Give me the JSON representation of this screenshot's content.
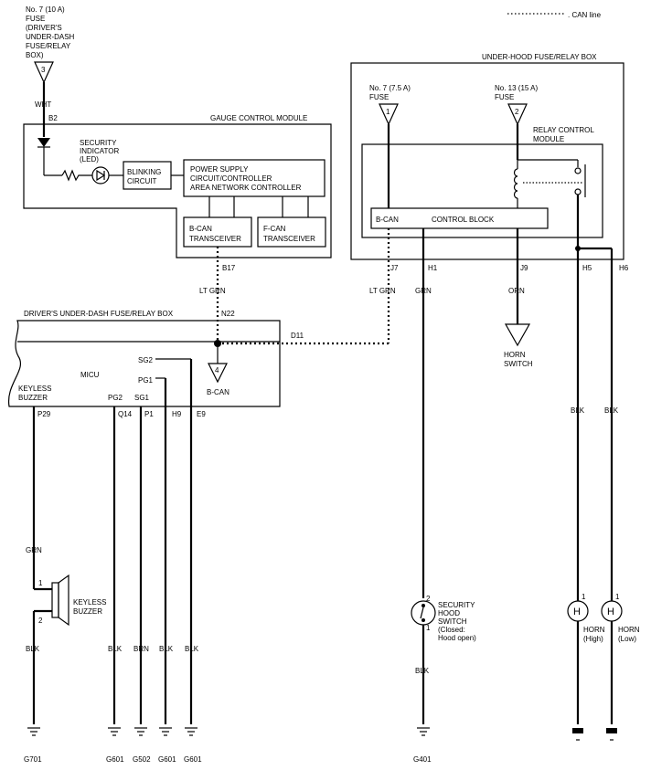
{
  "legend": {
    "can_line": ". CAN line"
  },
  "fuse7_driver": {
    "line1": "No. 7 (10 A)",
    "line2": "FUSE",
    "line3": "(DRIVER'S",
    "line4": "UNDER-DASH",
    "line5": "FUSE/RELAY",
    "line6": "BOX)",
    "num": "3"
  },
  "wires": {
    "wht": "WHT",
    "lt_grn_1": "LT GRN",
    "lt_grn_2": "LT GRN",
    "grn_h1": "GRN",
    "orn": "ORN",
    "blk_h5": "BLK",
    "blk_h6": "BLK",
    "grn_buzzer": "GRN",
    "blk_buzzer": "BLK",
    "blk_q14": "BLK",
    "brn_p1": "BRN",
    "blk_h9": "BLK",
    "blk_e9": "BLK",
    "blk_g401": "BLK"
  },
  "gauge_module": {
    "title": "GAUGE CONTROL MODULE",
    "b2": "B2",
    "security_indicator": [
      "SECURITY",
      "INDICATOR",
      "(LED)"
    ],
    "blinking_circuit": [
      "BLINKING",
      "CIRCUIT"
    ],
    "power_supply": [
      "POWER SUPPLY",
      "CIRCUIT/CONTROLLER",
      "AREA NETWORK CONTROLLER"
    ],
    "bcan_transceiver": [
      "B-CAN",
      "TRANSCEIVER"
    ],
    "fcan_transceiver": [
      "F-CAN",
      "TRANSCEIVER"
    ],
    "b17": "B17"
  },
  "underhood": {
    "title": "UNDER-HOOD FUSE/RELAY BOX",
    "fuse7": [
      "No. 7 (7.5 A)",
      "FUSE"
    ],
    "fuse7_num": "1",
    "fuse13": [
      "No. 13 (15 A)",
      "FUSE"
    ],
    "fuse13_num": "2",
    "relay_module": [
      "RELAY CONTROL",
      "MODULE"
    ],
    "bcan": "B-CAN",
    "control_block": "CONTROL BLOCK",
    "j7": "J7",
    "h1": "H1",
    "j9": "J9",
    "h5": "H5",
    "h6": "H6"
  },
  "horn_switch": [
    "HORN",
    "SWITCH"
  ],
  "driver_box": {
    "title": "DRIVER'S UNDER-DASH FUSE/RELAY BOX",
    "n22": "N22",
    "d11": "D11",
    "micu": "MICU",
    "sg2": "SG2",
    "pg1": "PG1",
    "pg2": "PG2",
    "sg1": "SG1",
    "bcan_num": "4",
    "bcan": "B-CAN",
    "keyless_buzzer": [
      "KEYLESS",
      "BUZZER"
    ],
    "p29": "P29",
    "q14": "Q14",
    "p1": "P1",
    "h9": "H9",
    "e9": "E9"
  },
  "buzzer": {
    "label": [
      "KEYLESS",
      "BUZZER"
    ],
    "pin1": "1",
    "pin2": "2"
  },
  "hood_switch": {
    "label": [
      "SECURITY",
      "HOOD",
      "SWITCH",
      "(Closed:",
      "Hood open)"
    ],
    "pin2": "2",
    "pin1": "1"
  },
  "horn_high": {
    "letter": "H",
    "pin": "1",
    "label": [
      "HORN",
      "(High)"
    ]
  },
  "horn_low": {
    "letter": "H",
    "pin": "1",
    "label": [
      "HORN",
      "(Low)"
    ]
  },
  "grounds": {
    "g701": "G701",
    "g601_a": "G601",
    "g502": "G502",
    "g601_b": "G601",
    "g601_c": "G601",
    "g401": "G401"
  }
}
